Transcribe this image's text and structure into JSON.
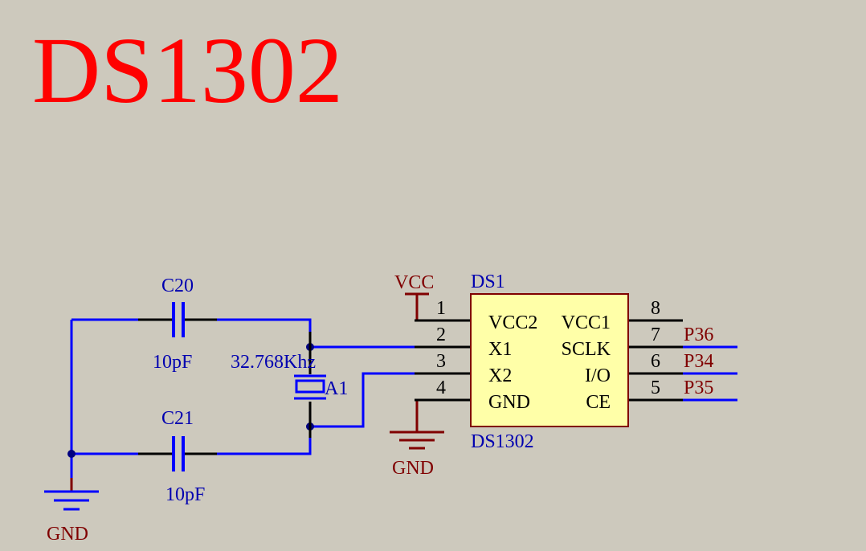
{
  "title": "DS1302",
  "colors": {
    "background": "#cdc9bd",
    "title": "#ff0000",
    "wire": "#0000ff",
    "pin": "#000000",
    "power": "#800000",
    "component_label": "#0000b0",
    "chip_fill": "#ffffa8",
    "chip_border": "#800000",
    "junction": "#000080"
  },
  "capacitors": [
    {
      "ref": "C20",
      "value": "10pF"
    },
    {
      "ref": "C21",
      "value": "10pF"
    }
  ],
  "crystal": {
    "ref": "A1",
    "value": "32.768Khz"
  },
  "chip": {
    "ref": "DS1",
    "part": "DS1302",
    "left_pins": [
      {
        "num": "1",
        "name": "VCC2"
      },
      {
        "num": "2",
        "name": "X1"
      },
      {
        "num": "3",
        "name": "X2"
      },
      {
        "num": "4",
        "name": "GND"
      }
    ],
    "right_pins": [
      {
        "num": "8",
        "name": "VCC1",
        "net": ""
      },
      {
        "num": "7",
        "name": "SCLK",
        "net": "P36"
      },
      {
        "num": "6",
        "name": "I/O",
        "net": "P34"
      },
      {
        "num": "5",
        "name": "CE",
        "net": "P35"
      }
    ]
  },
  "power": {
    "vcc": "VCC",
    "gnd_chip": "GND",
    "gnd_caps": "GND"
  }
}
